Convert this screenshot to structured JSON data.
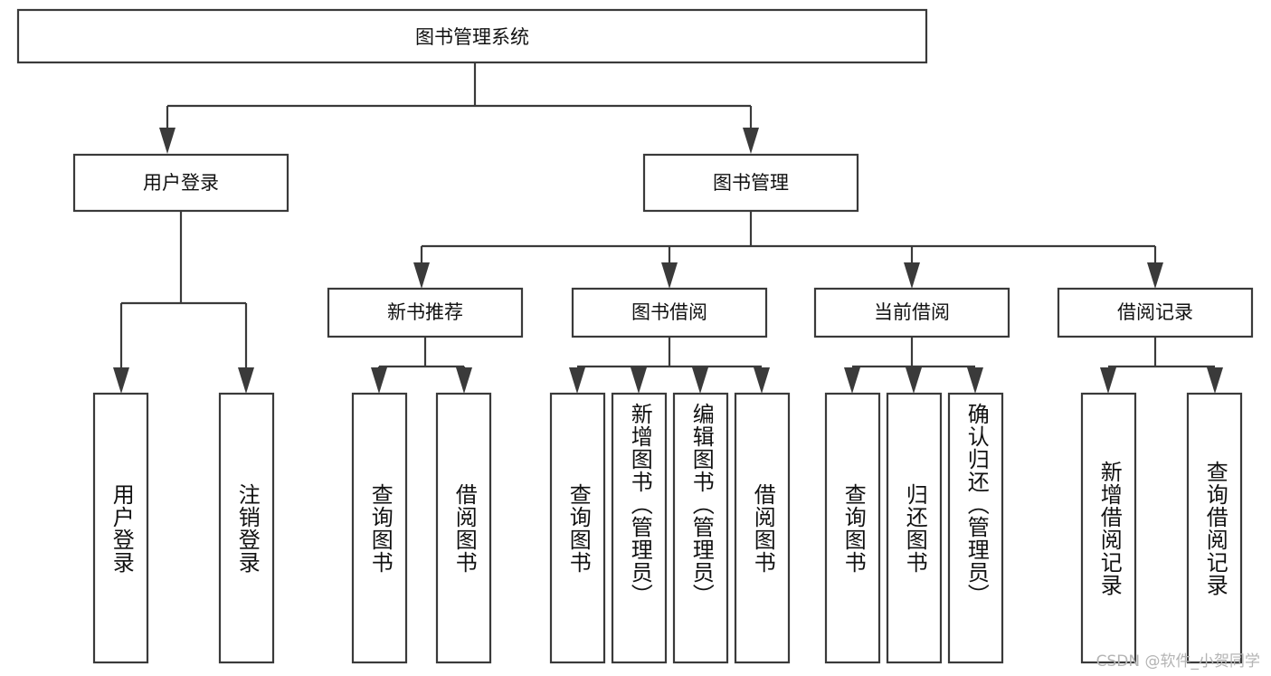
{
  "diagram": {
    "type": "tree",
    "title": "图书管理系统",
    "orientation": "top-down",
    "background_color": "#ffffff",
    "box_stroke_color": "#3a3a3a",
    "text_color": "#111111",
    "watermark": "CSDN @软件_小贺同学",
    "nodes": {
      "root": {
        "label": "图书管理系统",
        "level": 0
      },
      "l1": [
        {
          "id": "user-login",
          "label": "用户登录"
        },
        {
          "id": "book-manage",
          "label": "图书管理"
        }
      ],
      "l2": [
        {
          "id": "new-book-rec",
          "label": "新书推荐"
        },
        {
          "id": "book-borrow",
          "label": "图书借阅"
        },
        {
          "id": "current-borrow",
          "label": "当前借阅"
        },
        {
          "id": "borrow-record",
          "label": "借阅记录"
        }
      ],
      "leaves": [
        {
          "id": "leaf-user-login",
          "label": "用户登录",
          "parent": "user-login"
        },
        {
          "id": "leaf-logout-login",
          "label": "注销登录",
          "parent": "user-login"
        },
        {
          "id": "leaf-query-book-1",
          "label": "查询图书",
          "parent": "new-book-rec"
        },
        {
          "id": "leaf-borrow-book-1",
          "label": "借阅图书",
          "parent": "new-book-rec"
        },
        {
          "id": "leaf-query-book-2",
          "label": "查询图书",
          "parent": "book-borrow"
        },
        {
          "id": "leaf-add-book",
          "label": "新增图书（管理员）",
          "parent": "book-borrow"
        },
        {
          "id": "leaf-edit-book",
          "label": "编辑图书（管理员）",
          "parent": "book-borrow"
        },
        {
          "id": "leaf-borrow-book-2",
          "label": "借阅图书",
          "parent": "book-borrow"
        },
        {
          "id": "leaf-query-book-3",
          "label": "查询图书",
          "parent": "current-borrow"
        },
        {
          "id": "leaf-return-book",
          "label": "归还图书",
          "parent": "current-borrow"
        },
        {
          "id": "leaf-confirm-return",
          "label": "确认归还（管理员）",
          "parent": "current-borrow"
        },
        {
          "id": "leaf-add-record",
          "label": "新增借阅记录",
          "parent": "borrow-record"
        },
        {
          "id": "leaf-query-record",
          "label": "查询借阅记录",
          "parent": "borrow-record"
        }
      ]
    }
  }
}
